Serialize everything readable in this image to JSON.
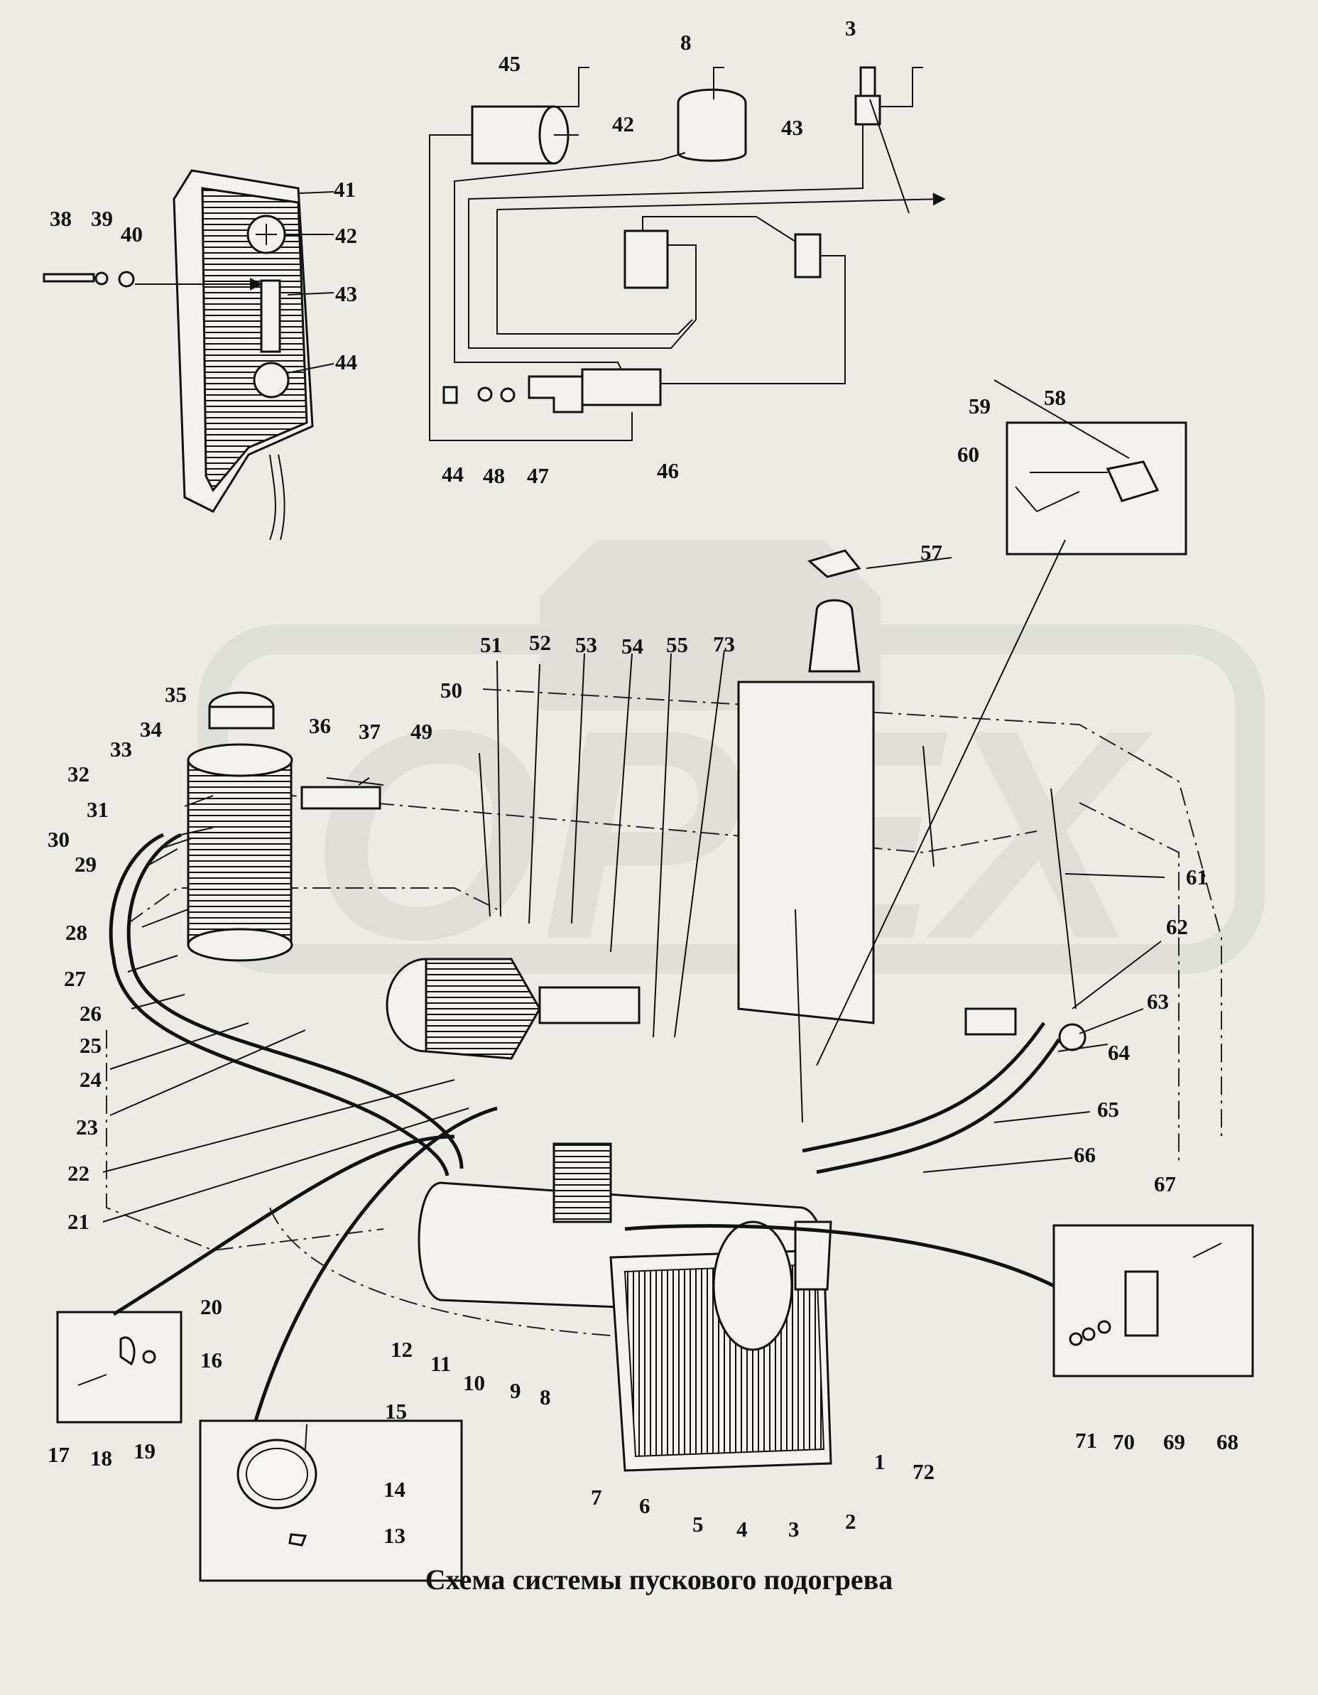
{
  "caption": "Схема системы пускового подогрева",
  "watermark": "OPEX",
  "colors": {
    "paper": "#ecebe6",
    "ink": "#111111",
    "watermark": "#d6d5d0"
  },
  "inset_panel": {
    "labels": [
      "38",
      "39",
      "40",
      "41",
      "42",
      "43",
      "44"
    ]
  },
  "wiring_diagram": {
    "labels": [
      "45",
      "8",
      "3",
      "42",
      "43",
      "44",
      "48",
      "47",
      "46"
    ]
  },
  "inset_58_60": {
    "labels": [
      "58",
      "59",
      "60"
    ]
  },
  "inset_67_71": {
    "labels": [
      "67",
      "68",
      "69",
      "70",
      "71"
    ]
  },
  "inset_16_20": {
    "labels": [
      "16",
      "17",
      "18",
      "19",
      "20"
    ]
  },
  "inset_13_15": {
    "labels": [
      "13",
      "14",
      "15"
    ]
  },
  "main_assembly": {
    "labels": [
      "1",
      "2",
      "3",
      "4",
      "5",
      "6",
      "7",
      "8",
      "9",
      "10",
      "11",
      "12",
      "21",
      "22",
      "23",
      "24",
      "25",
      "26",
      "27",
      "28",
      "29",
      "30",
      "31",
      "32",
      "33",
      "34",
      "35",
      "36",
      "37",
      "49",
      "50",
      "51",
      "52",
      "53",
      "54",
      "55",
      "57",
      "61",
      "62",
      "63",
      "64",
      "65",
      "66",
      "72",
      "73"
    ]
  }
}
